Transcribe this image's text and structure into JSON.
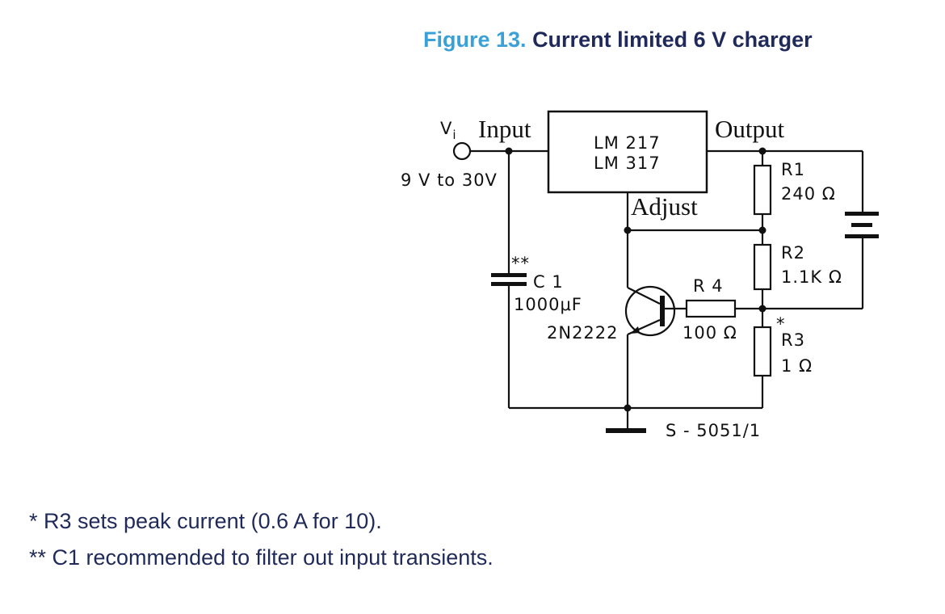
{
  "title": {
    "figure_number": "Figure 13.",
    "caption": "Current limited 6 V charger"
  },
  "schematic": {
    "vi_label": "V",
    "vi_sub": "i",
    "input_label": "Input",
    "output_label": "Output",
    "adjust_label": "Adjust",
    "voltage_range": "9 V to 30V",
    "regulator_line1": "LM 217",
    "regulator_line2": "LM 317",
    "r1_name": "R1",
    "r1_value": "240 Ω",
    "r2_name": "R2",
    "r2_value": "1.1K Ω",
    "r3_star": "*",
    "r3_name": "R3",
    "r3_value": "1 Ω",
    "r4_name": "R 4",
    "r4_value": "100 Ω",
    "c1_stars": "**",
    "c1_name": "C 1",
    "c1_value": "1000μF",
    "transistor": "2N2222",
    "drawing_ref": "S - 5051/1"
  },
  "notes": {
    "note1": "* R3 sets peak current (0.6 A for 10).",
    "note2": "** C1 recommended to filter out input transients."
  }
}
